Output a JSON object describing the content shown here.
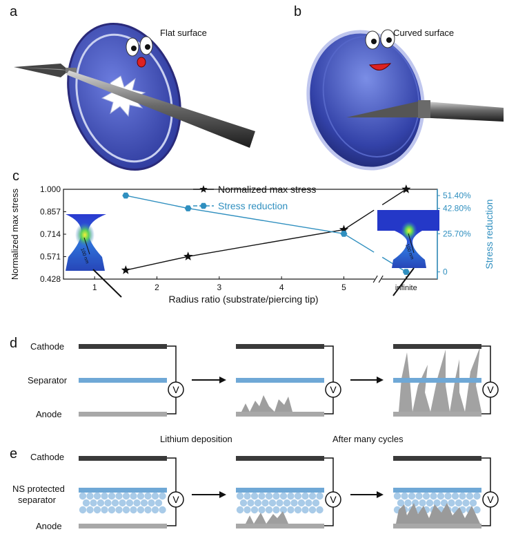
{
  "panels": {
    "a": {
      "letter": "a",
      "caption": "Flat surface"
    },
    "b": {
      "letter": "b",
      "caption": "Curved surface"
    },
    "c": {
      "letter": "c"
    },
    "d": {
      "letter": "d",
      "labels": [
        "Cathode",
        "Separator",
        "Anode"
      ]
    },
    "e": {
      "letter": "e",
      "labels": [
        "Cathode",
        "NS protected",
        "separator",
        "Anode"
      ],
      "step1": "Lithium deposition",
      "step2": "After many cycles"
    },
    "voltmeter": "V"
  },
  "inset_scale": "100 nm",
  "colors": {
    "stress": "#111111",
    "reduction": "#2f8fbf",
    "electrode_dark": "#3a3a3a",
    "separator": "#6fa8d6",
    "anode": "#a8a8a8",
    "dendrite": "#9e9e9e",
    "nanosphere": "#a9cbe8",
    "disk": "#3f4fb8"
  },
  "chart_data": {
    "type": "line",
    "xlabel": "Radius ratio (substrate/piercing tip)",
    "ylabel": "Normalized max stress",
    "y2label": "Stress reduction",
    "xticks": [
      "1",
      "2",
      "3",
      "4",
      "5",
      "infinite"
    ],
    "xlim": [
      0.5,
      6.5
    ],
    "yticks": [
      "0.428",
      "0.571",
      "0.714",
      "0.857",
      "1.000"
    ],
    "ylim": [
      0.428,
      1.0
    ],
    "y2ticks": [
      "0",
      "25.70%",
      "42.80%",
      "51.40%"
    ],
    "legend_position": "top-center",
    "series": [
      {
        "name": "Normalized max stress",
        "axis": "left",
        "marker": "star",
        "x": [
          1.5,
          2.5,
          5,
          "infinite"
        ],
        "values": [
          0.485,
          0.572,
          0.743,
          1.0
        ]
      },
      {
        "name": "Stress reduction",
        "axis": "right",
        "marker": "hexagon",
        "x": [
          1.5,
          2.5,
          5,
          "infinite"
        ],
        "values": [
          51.4,
          42.8,
          25.7,
          0
        ]
      }
    ]
  }
}
